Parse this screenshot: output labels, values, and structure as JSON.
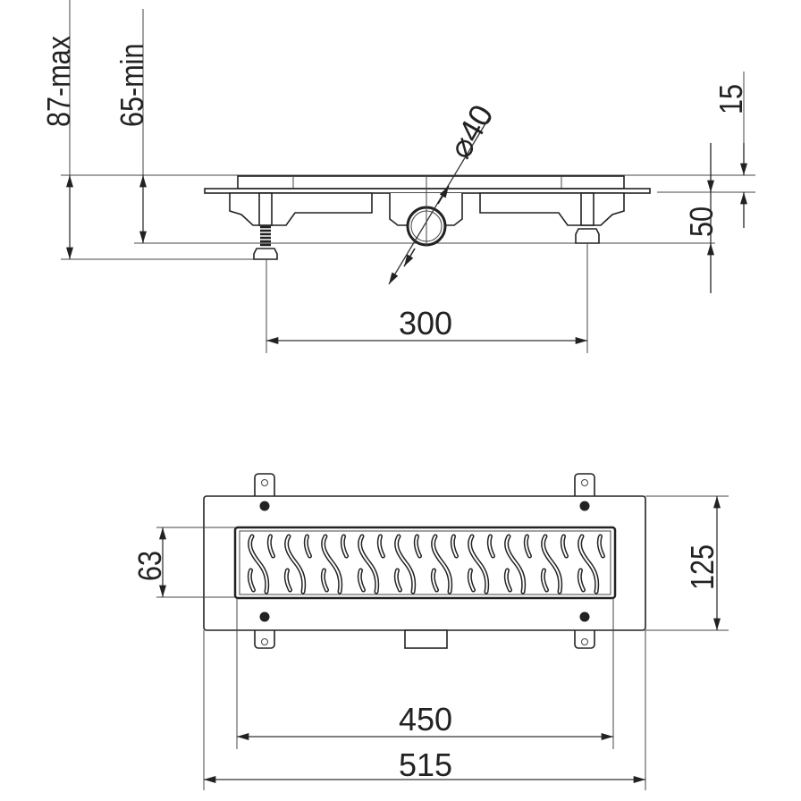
{
  "dimensions": {
    "height_max": "87-max",
    "height_min": "65-min",
    "outlet_diameter": "⌀40",
    "grate_height": "15",
    "body_height": "50",
    "feet_spacing": "300",
    "grate_width": "63",
    "frame_width": "125",
    "grate_length": "450",
    "frame_length": "515"
  }
}
